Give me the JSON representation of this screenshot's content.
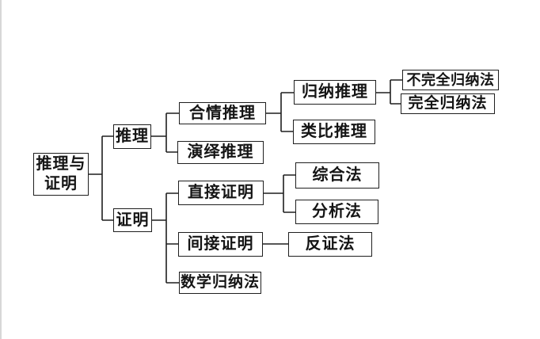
{
  "diagram": {
    "description_colors": {
      "ink": "#1f1f1f",
      "background": "#ffffff",
      "edge_line": "#d7d7d7"
    },
    "nodes": {
      "root": "推理与\n证明",
      "reasoning": "推理",
      "proof": "证明",
      "plausible_reasoning": "合情推理",
      "deductive_reasoning": "演绎推理",
      "inductive_reasoning": "归纳推理",
      "analogical_reasoning": "类比推理",
      "incomplete_induction": "不完全归纳法",
      "complete_induction": "完全归纳法",
      "direct_proof": "直接证明",
      "indirect_proof": "间接证明",
      "mathematical_induction": "数学归纳法",
      "synthetic_method": "综合法",
      "analytic_method": "分析法",
      "proof_by_contradiction": "反证法"
    }
  }
}
